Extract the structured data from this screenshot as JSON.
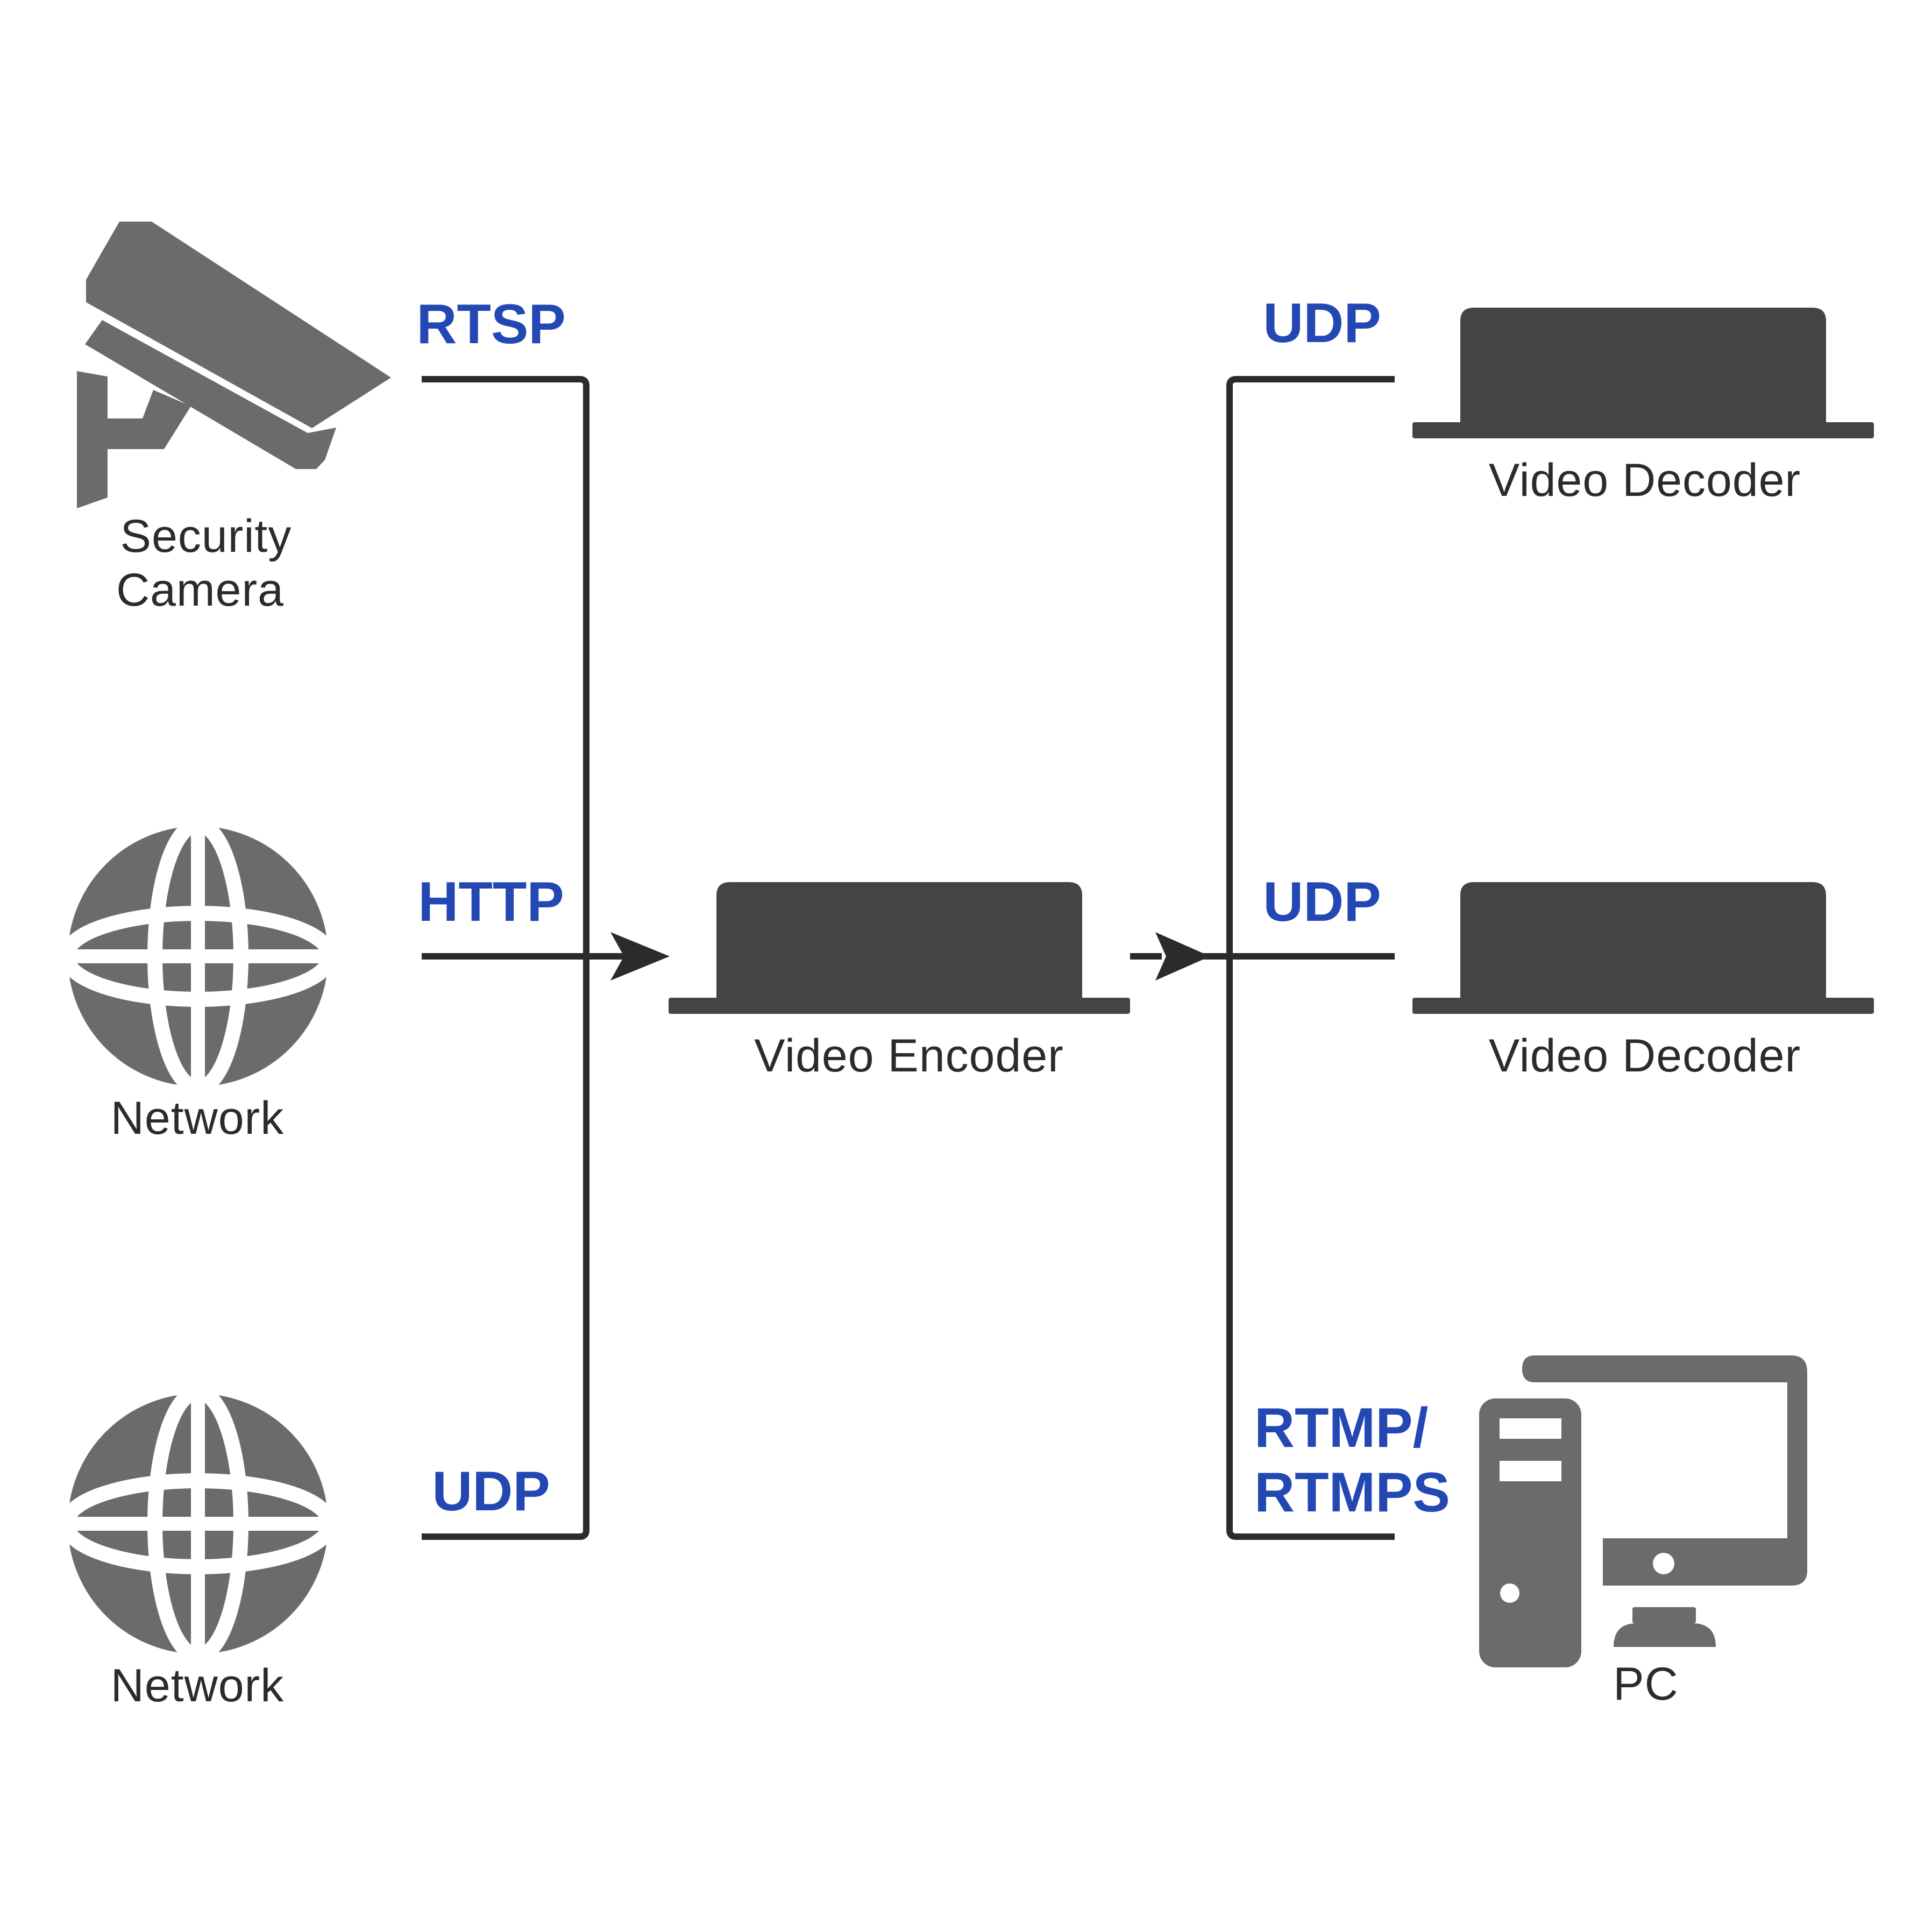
{
  "colors": {
    "icon": "#6b6b6b",
    "device": "#444444",
    "line": "#2b2b2b",
    "protocol": "#2448b3",
    "text": "#2b2b2b",
    "background": "#ffffff"
  },
  "sources": {
    "camera": {
      "label_line1": "Security",
      "label_line2": "Camera",
      "icon": "security-camera-icon"
    },
    "network1": {
      "label": "Network",
      "icon": "globe-icon"
    },
    "network2": {
      "label": "Network",
      "icon": "globe-icon"
    }
  },
  "inputs": {
    "rtsp": "RTSP",
    "http": "HTTP",
    "udp": "UDP"
  },
  "encoder": {
    "label": "Video Encoder",
    "icon": "encoder-device-icon"
  },
  "outputs": {
    "udp1": "UDP",
    "udp2": "UDP",
    "rtmp_line1": "RTMP/",
    "rtmp_line2": "RTMPS"
  },
  "destinations": {
    "decoder1": {
      "label": "Video Decoder",
      "icon": "decoder-device-icon"
    },
    "decoder2": {
      "label": "Video Decoder",
      "icon": "decoder-device-icon"
    },
    "pc": {
      "label": "PC",
      "icon": "pc-icon"
    }
  }
}
